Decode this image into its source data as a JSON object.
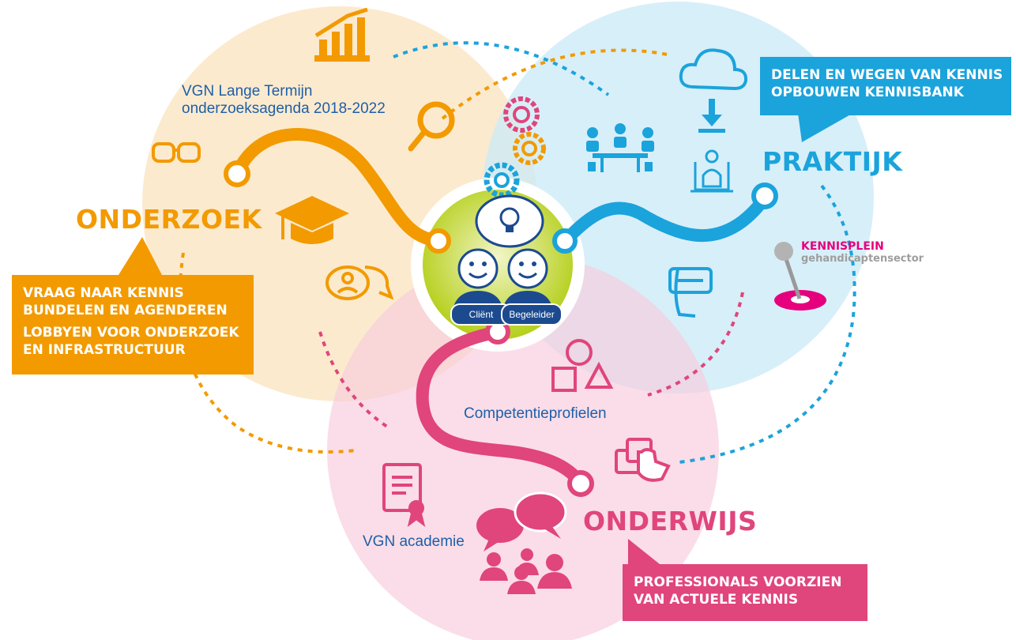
{
  "labels": {
    "onderzoek": "ONDERZOEK",
    "praktijk": "PRAKTIJK",
    "onderwijs": "ONDERWIJS",
    "agenda_line1": "VGN Lange Termijn",
    "agenda_line2": "onderzoeksagenda 2018-2022",
    "competentie": "Competentieprofielen",
    "academie": "VGN academie",
    "client": "Cliënt",
    "begeleider": "Begeleider",
    "kennisplein_line1": "KENNISPLEIN",
    "kennisplein_line2": "gehandicaptensector"
  },
  "boxes": {
    "onderzoek": [
      "VRAAG NAAR KENNIS",
      "BUNDELEN EN AGENDEREN",
      "LOBBYEN VOOR ONDERZOEK",
      "EN INFRASTRUCTUUR"
    ],
    "praktijk": [
      "DELEN EN WEGEN VAN  KENNIS",
      "OPBOUWEN KENNISBANK"
    ],
    "onderwijs": [
      "PROFESSIONALS VOORZIEN",
      "VAN ACTUELE KENNIS"
    ]
  },
  "colors": {
    "onderzoek": "#f29a00",
    "praktijk": "#1ba3dc",
    "onderwijs": "#e0457b",
    "center_green": "#b5cf1b",
    "text_blue": "#1e5fa8"
  },
  "icons": [
    "chart-icon",
    "magnifier-icon",
    "glasses-icon",
    "graduation-cap-icon",
    "chat-icon",
    "gear-icon",
    "lightbulb-icon",
    "cloud-icon",
    "download-icon",
    "meeting-icon",
    "person-icon",
    "vr-headset-icon",
    "shapes-icon",
    "touch-icon",
    "certificate-icon",
    "speech-bubbles-icon",
    "people-icon",
    "pin-icon"
  ]
}
